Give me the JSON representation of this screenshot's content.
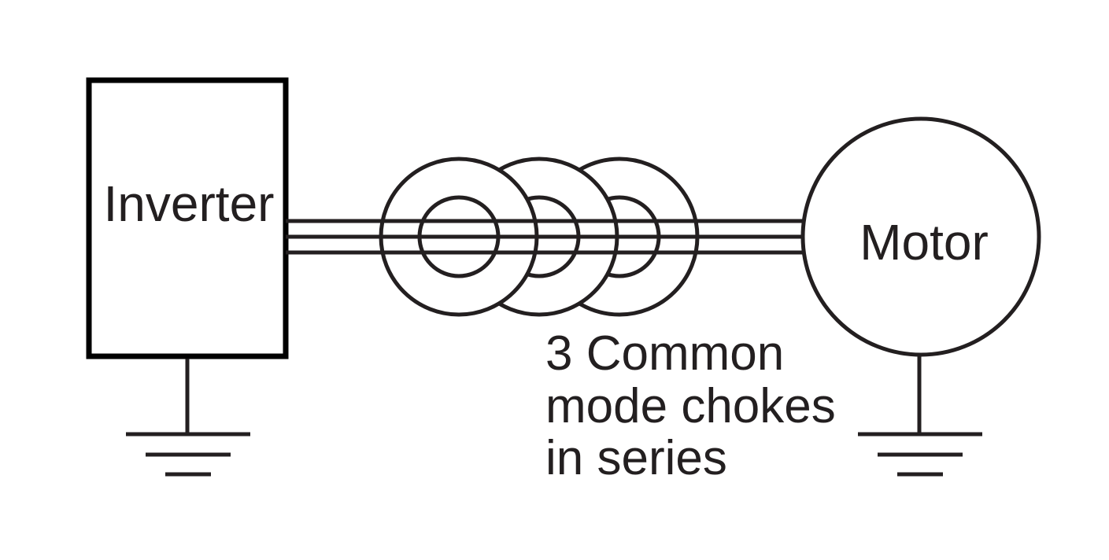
{
  "diagram": {
    "inverter_label": "Inverter",
    "motor_label": "Motor",
    "choke_caption": {
      "line1": "3 Common",
      "line2": "mode chokes",
      "line3": "in series"
    },
    "choke_count": 3,
    "conductor_count": 3
  }
}
